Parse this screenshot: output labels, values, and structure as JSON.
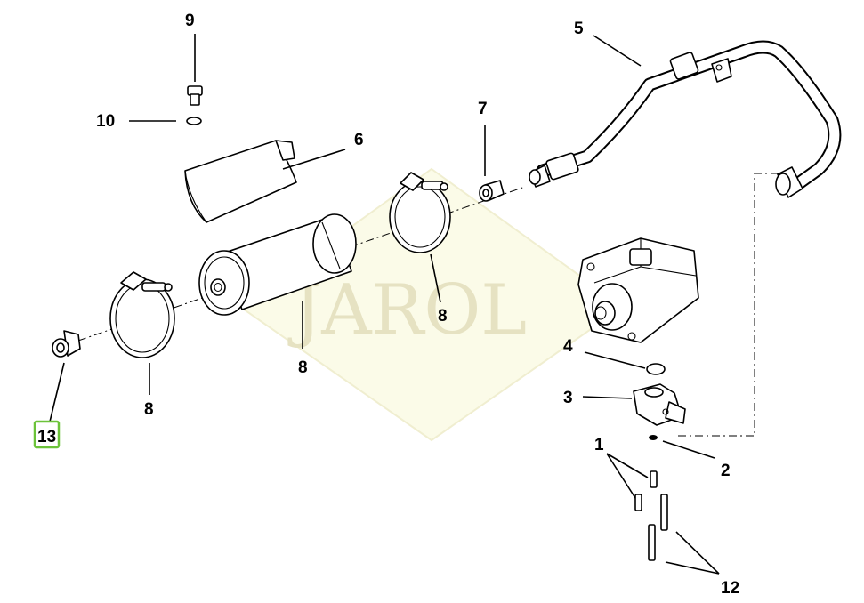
{
  "diagram": {
    "watermark": "JAROL",
    "callouts": [
      {
        "key": "c1",
        "text": "1"
      },
      {
        "key": "c2",
        "text": "2"
      },
      {
        "key": "c3",
        "text": "3"
      },
      {
        "key": "c4",
        "text": "4"
      },
      {
        "key": "c5",
        "text": "5"
      },
      {
        "key": "c6",
        "text": "6"
      },
      {
        "key": "c7",
        "text": "7"
      },
      {
        "key": "c8a",
        "text": "8"
      },
      {
        "key": "c8b",
        "text": "8"
      },
      {
        "key": "c9",
        "text": "9"
      },
      {
        "key": "c10",
        "text": "10"
      },
      {
        "key": "c11",
        "text": "11"
      },
      {
        "key": "c12",
        "text": "12"
      },
      {
        "key": "c13",
        "text": "13"
      }
    ],
    "highlighted": "13",
    "colors": {
      "highlight": "#6cc33a",
      "watermark": "#e6e2c2",
      "line": "#000000"
    }
  }
}
